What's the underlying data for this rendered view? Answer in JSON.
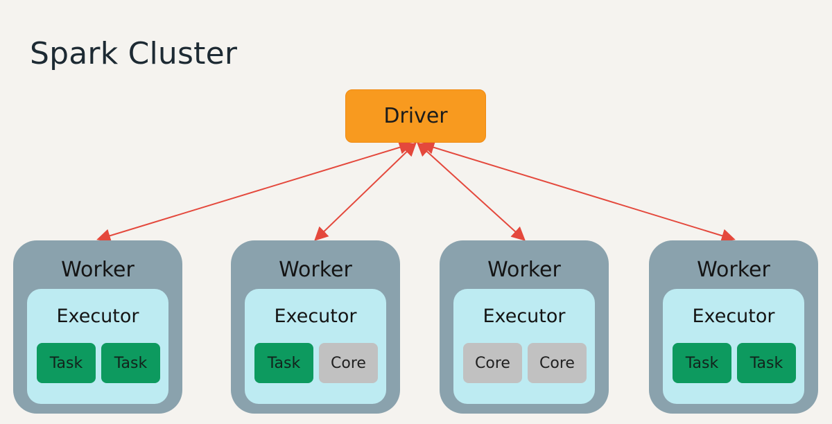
{
  "title": "Spark Cluster",
  "driver": {
    "label": "Driver"
  },
  "workers": [
    {
      "label": "Worker",
      "executor": {
        "label": "Executor",
        "slots": [
          {
            "label": "Task",
            "kind": "task"
          },
          {
            "label": "Task",
            "kind": "task"
          }
        ]
      }
    },
    {
      "label": "Worker",
      "executor": {
        "label": "Executor",
        "slots": [
          {
            "label": "Task",
            "kind": "task"
          },
          {
            "label": "Core",
            "kind": "core"
          }
        ]
      }
    },
    {
      "label": "Worker",
      "executor": {
        "label": "Executor",
        "slots": [
          {
            "label": "Core",
            "kind": "core"
          },
          {
            "label": "Core",
            "kind": "core"
          }
        ]
      }
    },
    {
      "label": "Worker",
      "executor": {
        "label": "Executor",
        "slots": [
          {
            "label": "Task",
            "kind": "task"
          },
          {
            "label": "Task",
            "kind": "task"
          }
        ]
      }
    }
  ],
  "colors": {
    "background": "#f5f3ef",
    "driver": "#f89a1f",
    "worker": "#8aa2ad",
    "executor": "#bdebf2",
    "task": "#0d9a5f",
    "core": "#c1c1c1",
    "arrow": "#e4483c"
  }
}
